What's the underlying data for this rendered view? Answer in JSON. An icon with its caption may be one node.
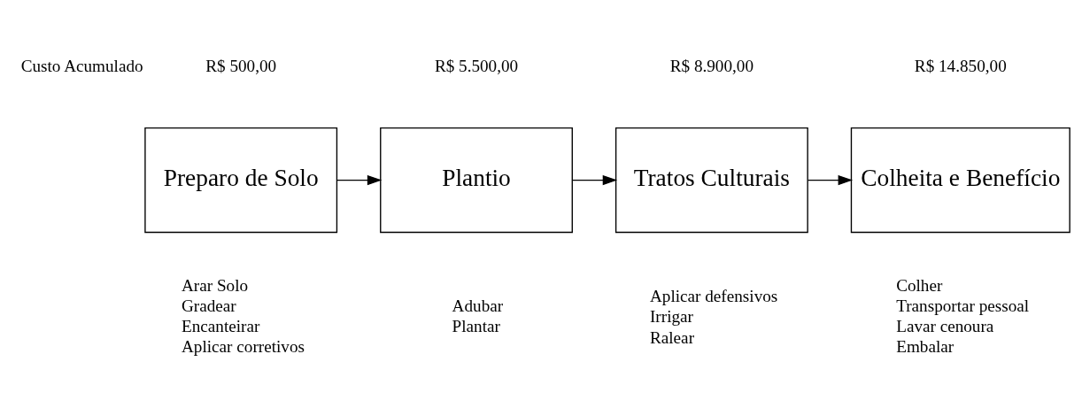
{
  "diagram": {
    "nodes": [
      {
        "text": [
          "Preparo de Solo"
        ],
        "beside": [
          "R$ 500,00",
          "Arar Solo",
          "Gradear",
          "Encanteirar",
          "Aplicar corretivos"
        ]
      },
      {
        "text": [
          "Plantio"
        ],
        "beside": [
          "R$ 5.500,00",
          "Adubar",
          "Plantar"
        ]
      },
      {
        "text": [
          "Tratos Culturais"
        ],
        "beside": [
          "R$ 8.900,00",
          "Aplicar defensivos",
          "Irrigar",
          "Ralear"
        ]
      },
      {
        "text": [
          "Colheita e Benefício"
        ],
        "beside": [
          "R$ 14.850,00",
          "Colher",
          "Transportar pessoal",
          "Lavar cenoura",
          "Embalar"
        ]
      }
    ],
    "edges": [
      {
        "from": 0,
        "to": 1,
        "arrow": "to"
      },
      {
        "from": 1,
        "to": 2,
        "arrow": "to"
      },
      {
        "from": 2,
        "to": 3,
        "arrow": "to"
      }
    ],
    "labels": [
      "Custo Acumulado"
    ]
  }
}
